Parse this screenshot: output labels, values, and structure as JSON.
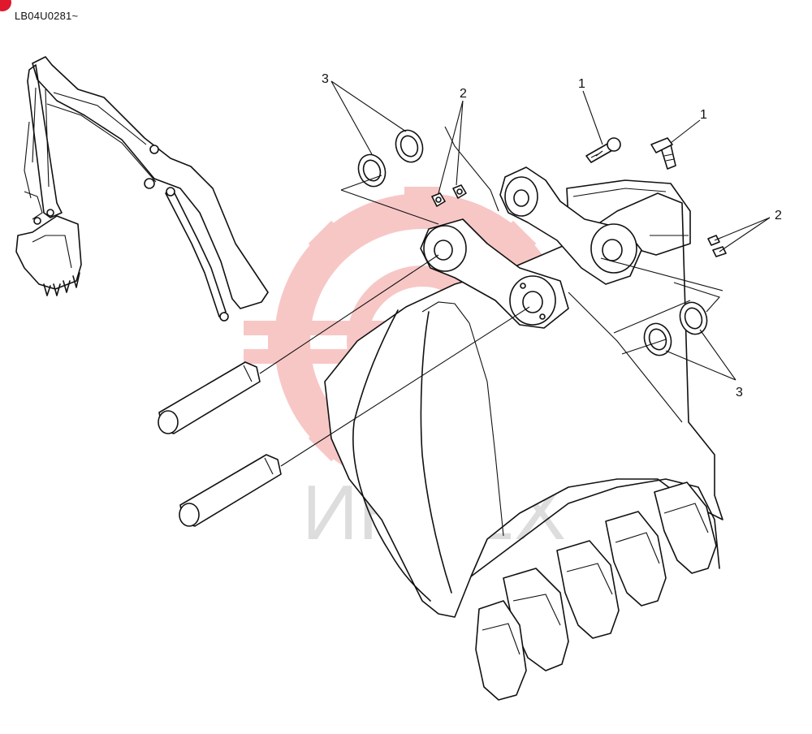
{
  "document_code": "LB04U0281~",
  "watermark": {
    "text": "ИНТЕХ",
    "color": "#e53935",
    "text_color": "#c8c8c8"
  },
  "accent_color": "#e0182d",
  "callouts": [
    {
      "id": "c1a",
      "label": "1"
    },
    {
      "id": "c1b",
      "label": "1"
    },
    {
      "id": "c2a",
      "label": "2"
    },
    {
      "id": "c2b",
      "label": "2"
    },
    {
      "id": "c3a",
      "label": "3"
    },
    {
      "id": "c3b",
      "label": "3"
    }
  ]
}
